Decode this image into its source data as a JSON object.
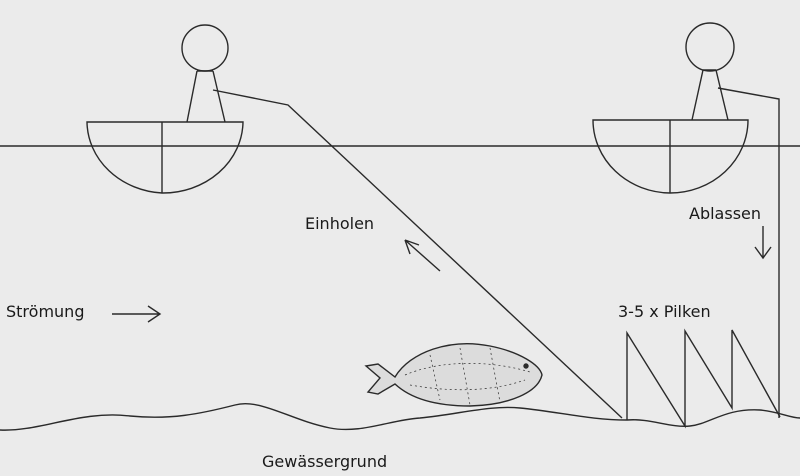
{
  "labels": {
    "pull_in": "Einholen",
    "lower": "Ablassen",
    "current": "Strömung",
    "jigging": "3-5 x Pilken",
    "bottom": "Gewässergrund"
  },
  "colors": {
    "line": "#2a2a2a",
    "background": "#ebebeb"
  }
}
